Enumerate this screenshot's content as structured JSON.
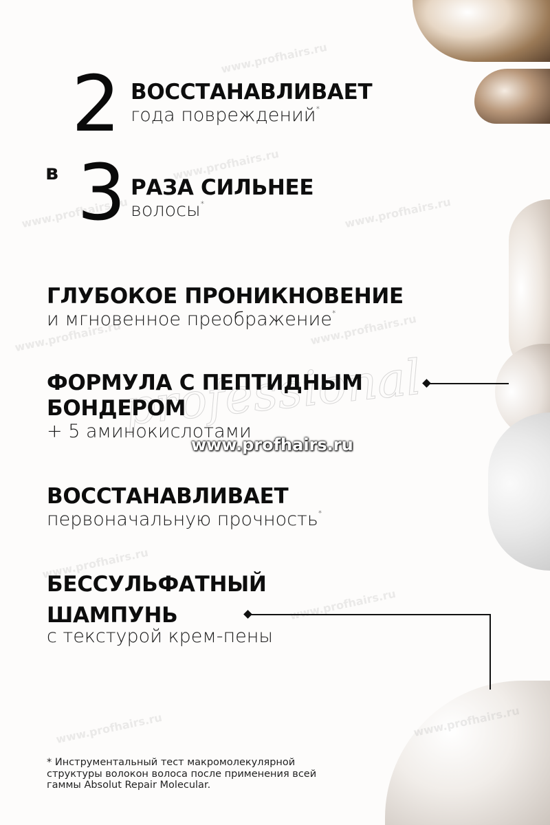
{
  "stat1": {
    "number": "2",
    "title": "ВОССТАНАВЛИВАЕТ",
    "subtitle": "года повреждений",
    "mark": "*"
  },
  "stat2": {
    "prefix": "в",
    "number": "3",
    "title": "РАЗА СИЛЬНЕЕ",
    "subtitle": "волосы",
    "mark": "*"
  },
  "features": [
    {
      "title": "ГЛУБОКОЕ ПРОНИКНОВЕНИЕ",
      "subtitle": "и мгновенное преображение",
      "mark": "*"
    },
    {
      "title_line1": "ФОРМУЛА С ПЕПТИДНЫМ",
      "title_line2": "БОНДЕРОМ",
      "subtitle": "+ 5 аминокислотами"
    },
    {
      "title": "ВОССТАНАВЛИВАЕТ",
      "subtitle": "первоначальную прочность",
      "mark": "*"
    },
    {
      "title_line1": "БЕССУЛЬФАТНЫЙ",
      "title_line2": "ШАМПУНЬ",
      "subtitle": "с текстурой крем-пены"
    }
  ],
  "footnote": "* Инструментальный тест макромолекулярной структуры волокон волоса после применения всей гаммы Absolut Repair Molecular.",
  "watermark": {
    "main": "www.profhairs.ru",
    "repeat": "www.profhairs.ru",
    "script": "professional"
  },
  "colors": {
    "text": "#0d0d0d",
    "background": "#fdfcfb",
    "accent_gold": "#a88a6a",
    "cream": "#ece6e0"
  }
}
